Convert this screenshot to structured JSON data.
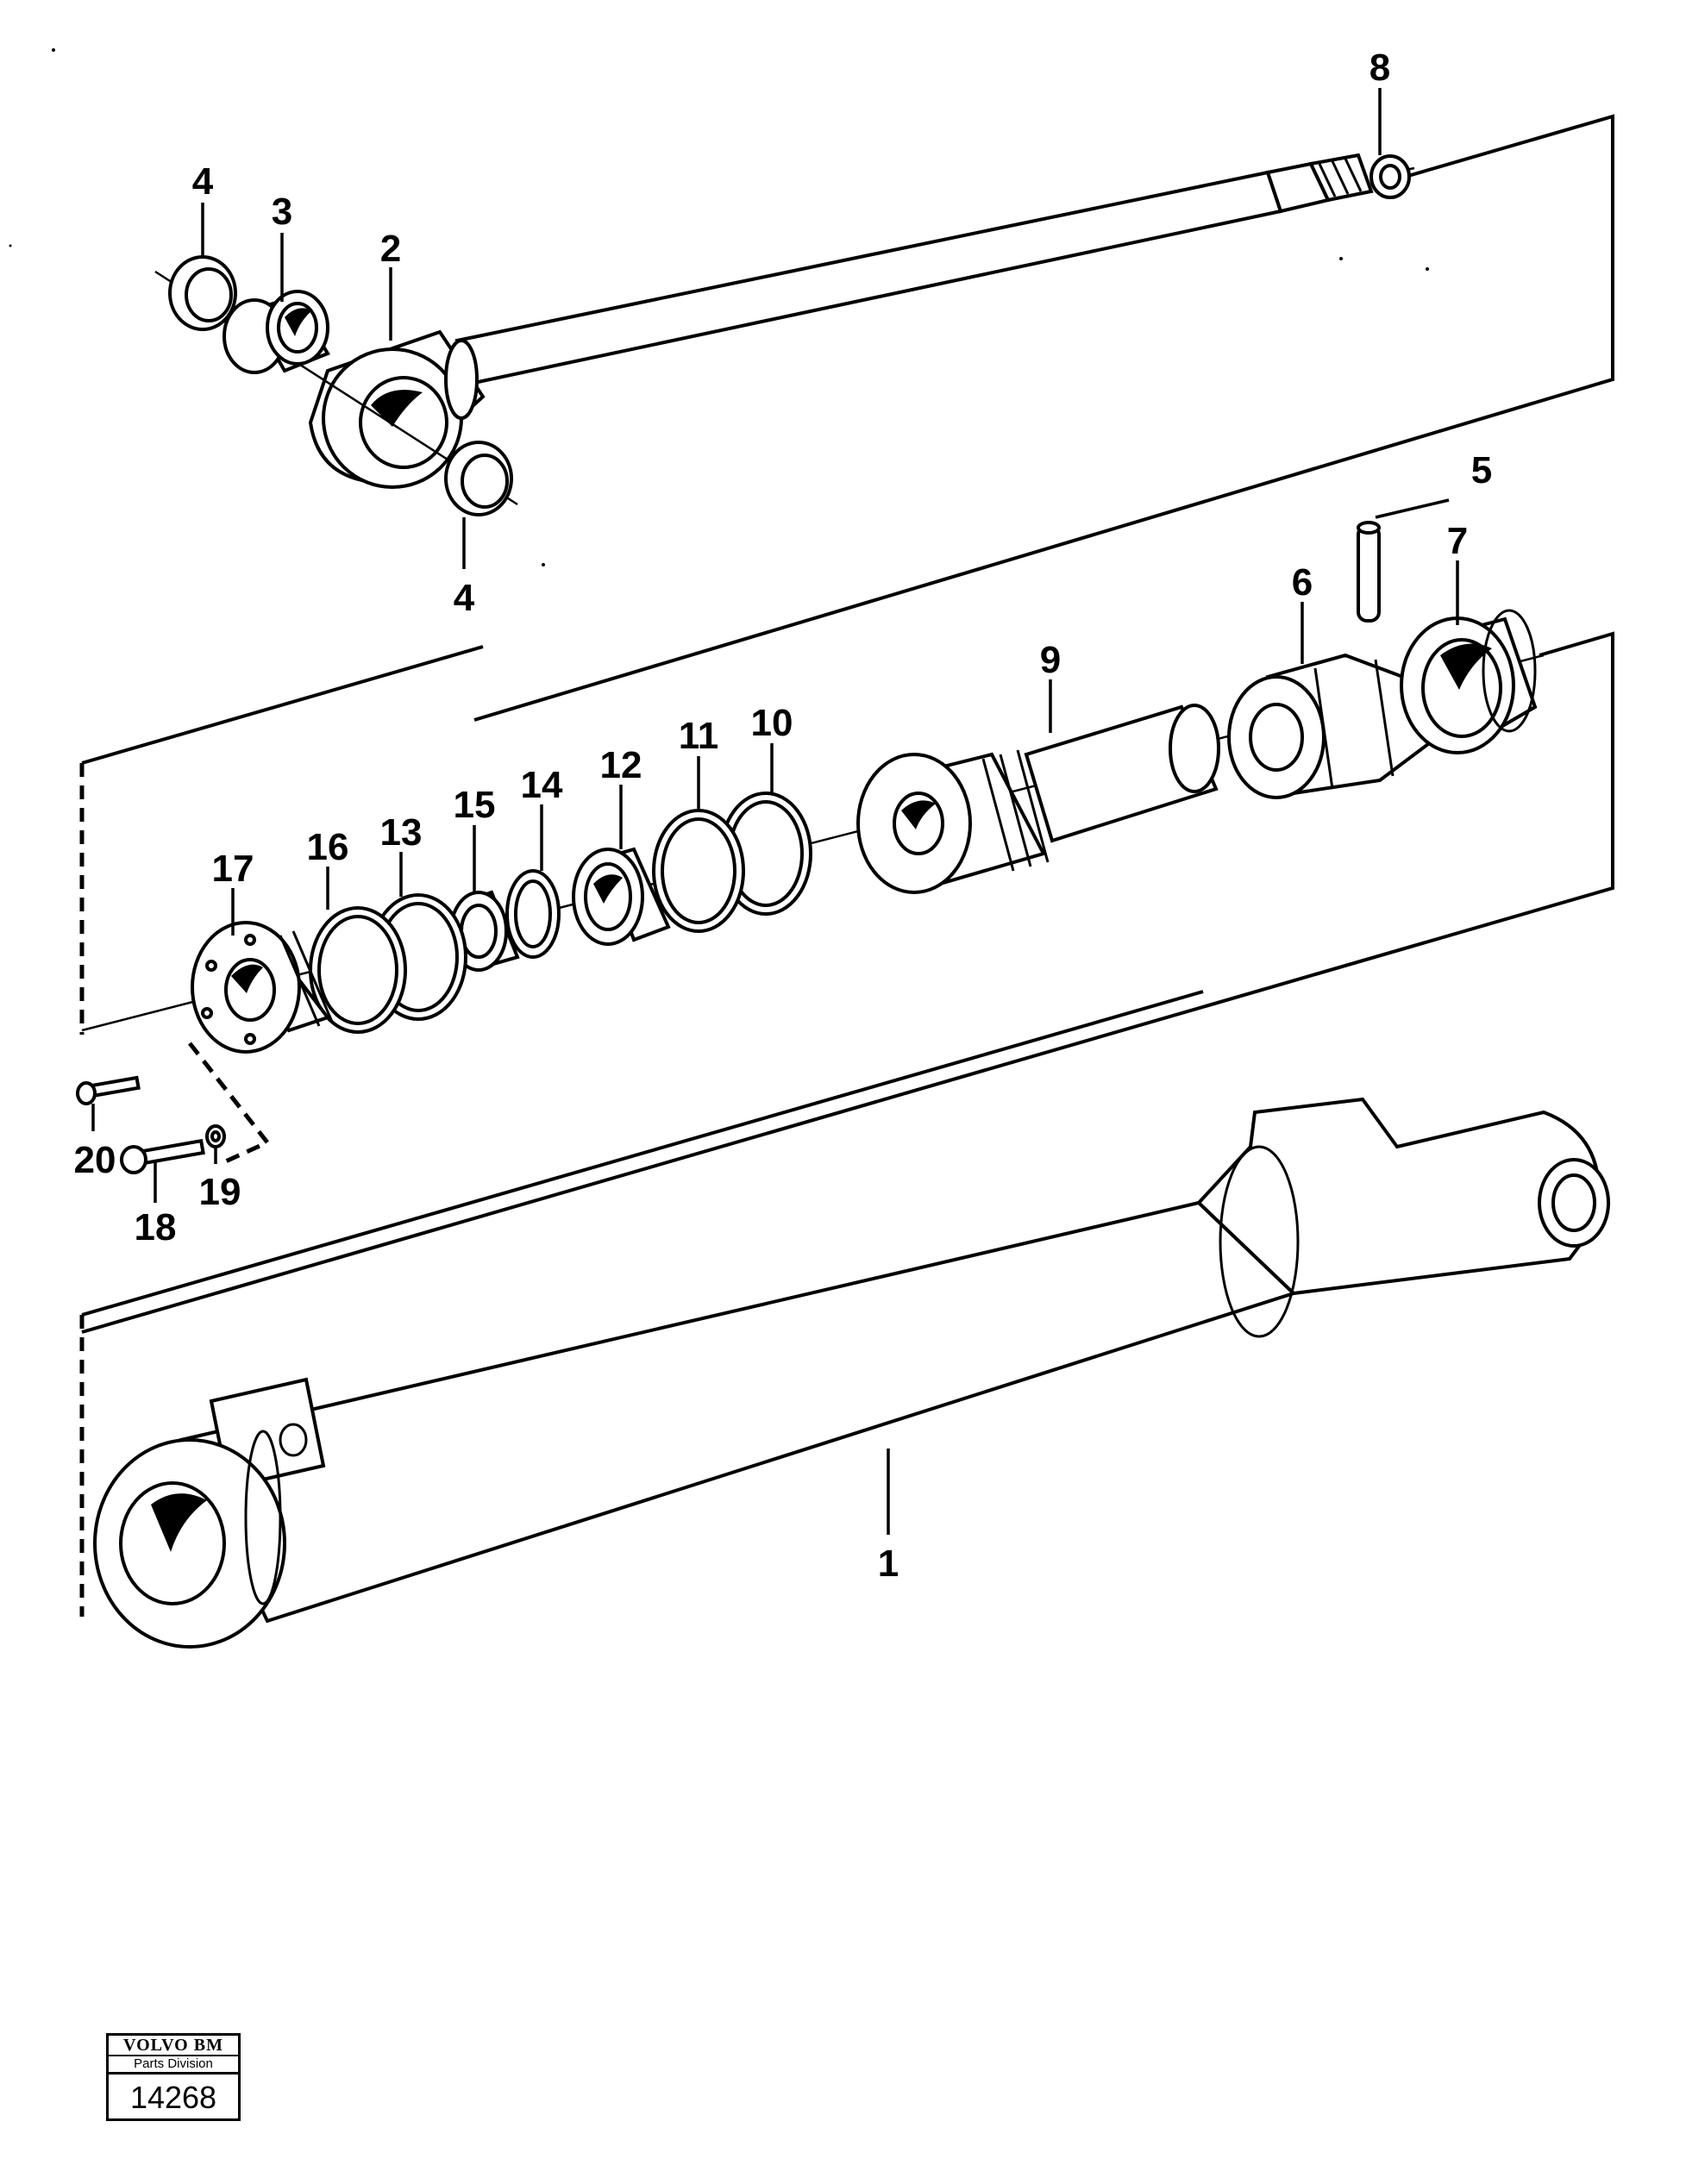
{
  "diagram": {
    "type": "exploded-parts-view",
    "callouts": [
      "1",
      "2",
      "3",
      "4",
      "4",
      "5",
      "6",
      "7",
      "8",
      "9",
      "10",
      "11",
      "12",
      "13",
      "14",
      "15",
      "16",
      "17",
      "18",
      "19",
      "20"
    ]
  },
  "logo": {
    "brand": "VOLVO BM",
    "division": "Parts Division",
    "number": "14268"
  }
}
